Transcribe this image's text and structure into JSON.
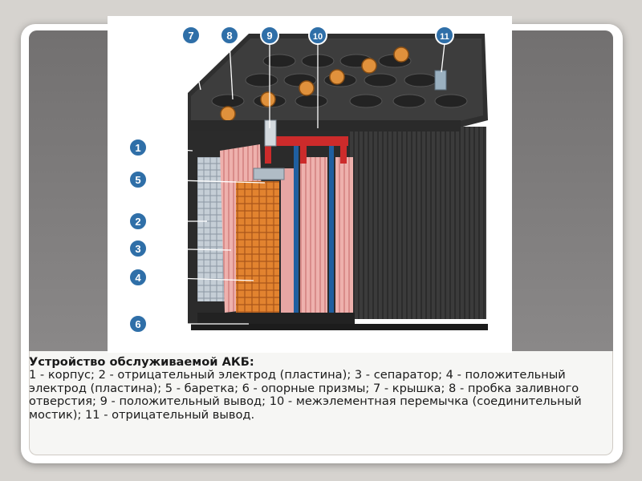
{
  "diagram": {
    "callouts": [
      "7",
      "8",
      "9",
      "10",
      "11",
      "1",
      "5",
      "2",
      "3",
      "4",
      "6"
    ]
  },
  "caption": {
    "title": "Устройство обслуживаемой АКБ:",
    "body": "1 - корпус; 2 - отрицательный электрод (пластина); 3 - сепаратор; 4 - положительный электрод (пластина); 5 - баретка; 6 - опорные призмы; 7 - крышка; 8 - пробка заливного отверстия; 9 - положительный вывод; 10 - межэлементная перемычка (соединительный мостик); 11 - отрицательный вывод."
  },
  "colors": {
    "callout_circle": "#2f6fa8",
    "casing": "#3a3a3a",
    "plate_positive": "#d9792c",
    "plate_negative": "#b8c2cc",
    "separator": "#e7a6a4",
    "partition": "#1f5fa0"
  }
}
